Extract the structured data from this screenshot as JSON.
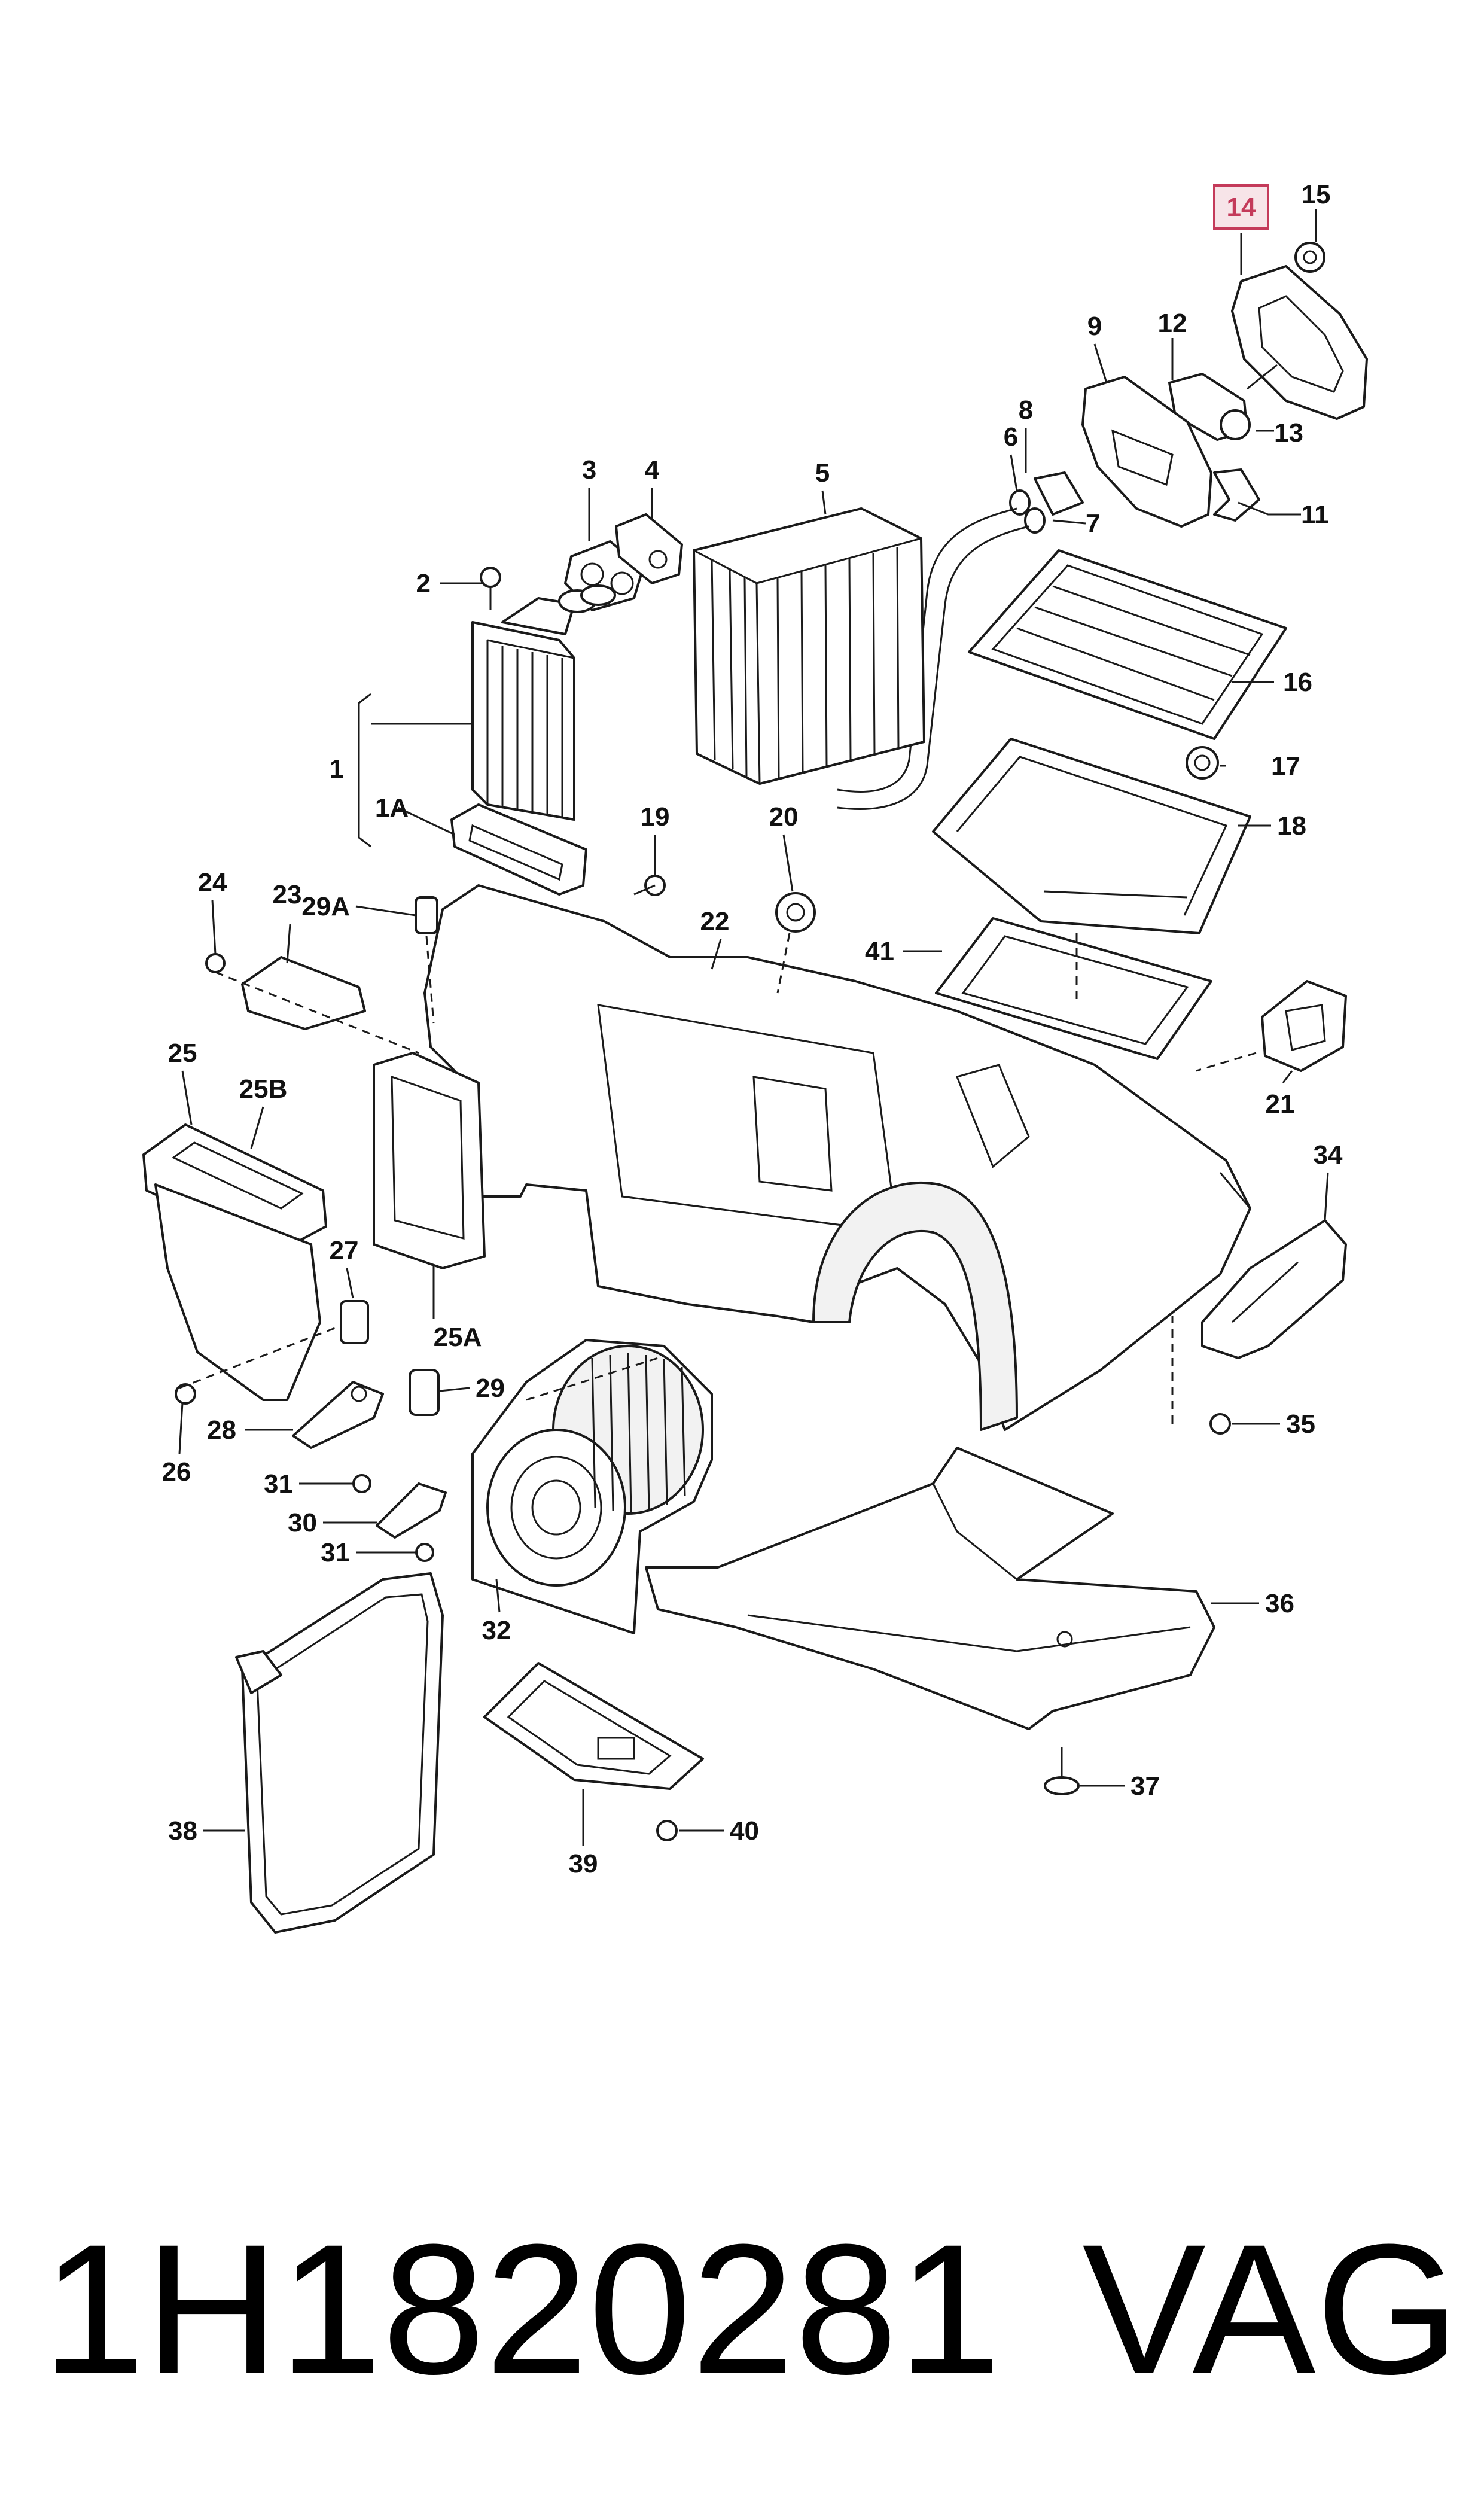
{
  "callouts": [
    {
      "id": "1",
      "text": "1"
    },
    {
      "id": "1A",
      "text": "1A"
    },
    {
      "id": "2",
      "text": "2"
    },
    {
      "id": "3",
      "text": "3"
    },
    {
      "id": "4",
      "text": "4"
    },
    {
      "id": "5",
      "text": "5"
    },
    {
      "id": "6",
      "text": "6"
    },
    {
      "id": "7",
      "text": "7"
    },
    {
      "id": "8",
      "text": "8"
    },
    {
      "id": "9",
      "text": "9"
    },
    {
      "id": "11",
      "text": "11"
    },
    {
      "id": "12",
      "text": "12"
    },
    {
      "id": "13",
      "text": "13"
    },
    {
      "id": "14",
      "text": "14"
    },
    {
      "id": "15",
      "text": "15"
    },
    {
      "id": "16",
      "text": "16"
    },
    {
      "id": "17",
      "text": "17"
    },
    {
      "id": "18",
      "text": "18"
    },
    {
      "id": "19",
      "text": "19"
    },
    {
      "id": "20",
      "text": "20"
    },
    {
      "id": "21",
      "text": "21"
    },
    {
      "id": "22",
      "text": "22"
    },
    {
      "id": "23",
      "text": "23"
    },
    {
      "id": "24",
      "text": "24"
    },
    {
      "id": "25",
      "text": "25"
    },
    {
      "id": "25A",
      "text": "25A"
    },
    {
      "id": "25B",
      "text": "25B"
    },
    {
      "id": "26",
      "text": "26"
    },
    {
      "id": "27",
      "text": "27"
    },
    {
      "id": "28",
      "text": "28"
    },
    {
      "id": "29",
      "text": "29"
    },
    {
      "id": "29A",
      "text": "29A"
    },
    {
      "id": "30",
      "text": "30"
    },
    {
      "id": "31a",
      "text": "31"
    },
    {
      "id": "31b",
      "text": "31"
    },
    {
      "id": "32",
      "text": "32"
    },
    {
      "id": "34",
      "text": "34"
    },
    {
      "id": "35",
      "text": "35"
    },
    {
      "id": "36",
      "text": "36"
    },
    {
      "id": "37",
      "text": "37"
    },
    {
      "id": "38",
      "text": "38"
    },
    {
      "id": "39",
      "text": "39"
    },
    {
      "id": "40",
      "text": "40"
    },
    {
      "id": "41",
      "text": "41"
    }
  ],
  "highlighted_callout": "14",
  "highlight_color": "#f7e4e8",
  "highlight_border_color": "#c43a5a",
  "footer": {
    "part_number": "1H1820281",
    "brand": "VAG"
  }
}
